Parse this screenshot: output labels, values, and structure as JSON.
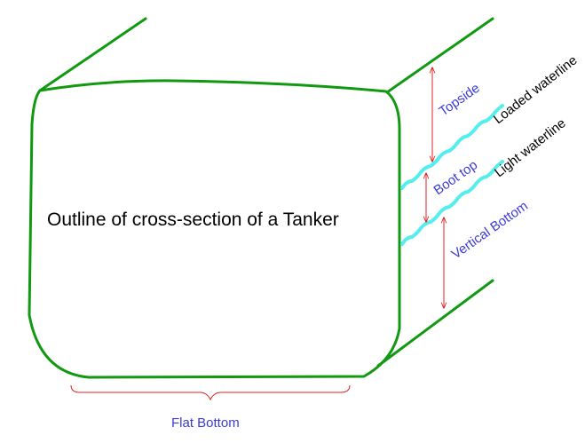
{
  "diagram": {
    "title": "Outline of cross-section of a Tanker",
    "labels": {
      "topside": "Topside",
      "boot_top": "Boot top",
      "vertical_bottom": "Vertical Bottom",
      "loaded_waterline": "Loaded waterline",
      "light_waterline": "Light waterline",
      "flat_bottom": "Flat Bottom"
    },
    "colors": {
      "hull": "#119a11",
      "waterline": "#55eeee",
      "dimension": "#e02020",
      "label": "#3b3bd6"
    }
  }
}
